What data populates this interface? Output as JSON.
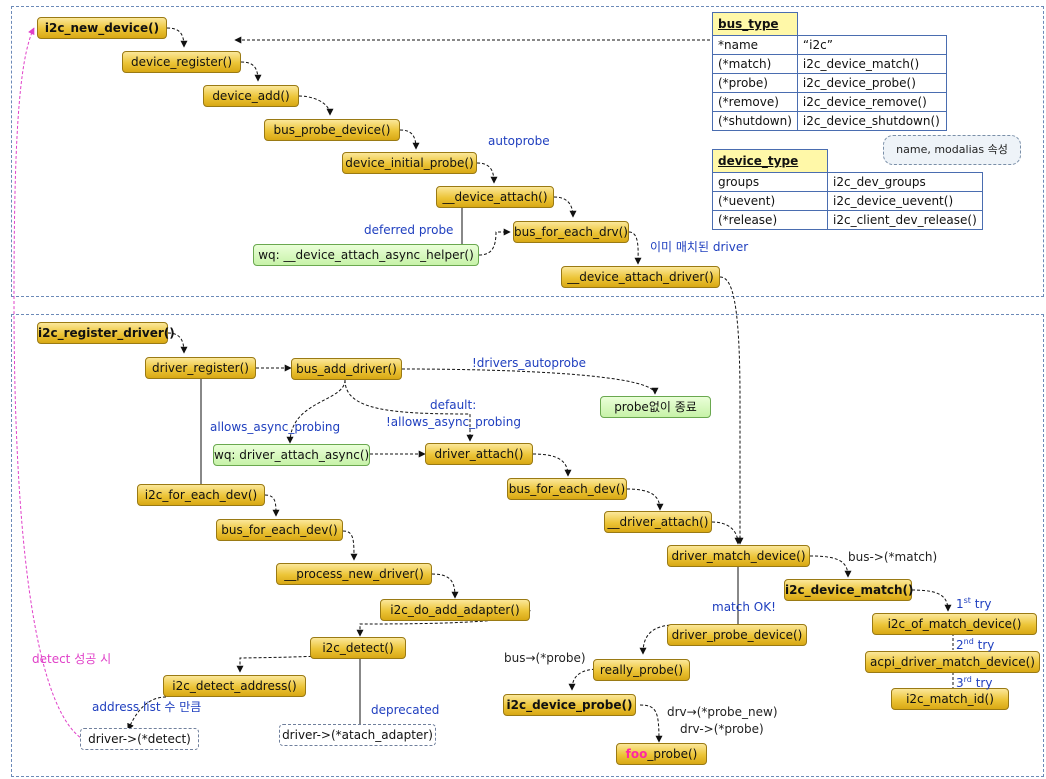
{
  "nodes": {
    "i2c_new_device": "i2c_new_device()",
    "device_register": "device_register()",
    "device_add": "device_add()",
    "bus_probe_device": "bus_probe_device()",
    "device_initial_probe": "device_initial_probe()",
    "device_attach": "__device_attach()",
    "bus_for_each_drv": "bus_for_each_drv()",
    "wq_device_attach_async": "wq: __device_attach_async_helper()",
    "device_attach_driver": "__device_attach_driver()",
    "i2c_register_driver": "i2c_register_driver()",
    "driver_register": "driver_register()",
    "bus_add_driver": "bus_add_driver()",
    "probe_skip": "probe없이 종료",
    "wq_driver_attach_async": "wq: driver_attach_async()",
    "driver_attach": "driver_attach()",
    "i2c_for_each_dev": "i2c_for_each_dev()",
    "bus_for_each_dev_left": "bus_for_each_dev()",
    "bus_for_each_dev_right": "bus_for_each_dev()",
    "driver_attach_inner": "__driver_attach()",
    "process_new_driver": "__process_new_driver()",
    "driver_match_device": "driver_match_device()",
    "i2c_do_add_adapter": "i2c_do_add_adapter()",
    "i2c_device_match": "i2c_device_match()",
    "i2c_detect": "i2c_detect()",
    "i2c_of_match_device": "i2c_of_match_device()",
    "driver_probe_device": "driver_probe_device()",
    "acpi_driver_match_device": "acpi_driver_match_device()",
    "i2c_detect_address": "i2c_detect_address()",
    "really_probe": "really_probe()",
    "i2c_match_id": "i2c_match_id()",
    "i2c_device_probe": "i2c_device_probe()",
    "driver_detect": "driver->(*detect)",
    "driver_attach_adapter": "driver->(*atach_adapter)",
    "foo_probe_prefix": "foo",
    "foo_probe_suffix": "_probe()"
  },
  "labels": {
    "autoprobe": "autoprobe",
    "deferred_probe": "deferred probe",
    "matched_driver": "이미 매치된 driver",
    "drivers_autoprobe": "!drivers_autoprobe",
    "default": "default:",
    "allows_async_not": "!allows_async_probing",
    "allows_async": "allows_async_probing",
    "bus_match": "bus->(*match)",
    "match_ok": "match OK!",
    "try1_num": "1",
    "try1_sup": "st",
    "try1_word": " try",
    "try2_num": "2",
    "try2_sup": "nd",
    "try2_word": " try",
    "try3_num": "3",
    "try3_sup": "rd",
    "try3_word": " try",
    "bus_probe": "bus→(*probe)",
    "drv_probe_new": "drv→(*probe_new)",
    "drv_probe": "drv->(*probe)",
    "detect_success": "detect 성공 시",
    "address_list": "address list 수 만큼",
    "deprecated": "deprecated"
  },
  "bus_type": {
    "title": "bus_type",
    "rows": [
      [
        "*name",
        "“i2c”"
      ],
      [
        "(*match)",
        "i2c_device_match()"
      ],
      [
        "(*probe)",
        "i2c_device_probe()"
      ],
      [
        "(*remove)",
        "i2c_device_remove()"
      ],
      [
        "(*shutdown)",
        "i2c_device_shutdown()"
      ]
    ]
  },
  "device_type": {
    "title": "device_type",
    "rows": [
      [
        "groups",
        "i2c_dev_groups"
      ],
      [
        "(*uevent)",
        "i2c_device_uevent()"
      ],
      [
        "(*release)",
        "i2c_client_dev_release()"
      ]
    ]
  },
  "callout": "name, modalias 속성",
  "colors": {
    "node_fill": "#ecc437",
    "node_green": "#c7f2a8",
    "label_blue": "#1f3fbf",
    "detect_pink": "#e040c8",
    "frame": "#6c8ab8"
  }
}
